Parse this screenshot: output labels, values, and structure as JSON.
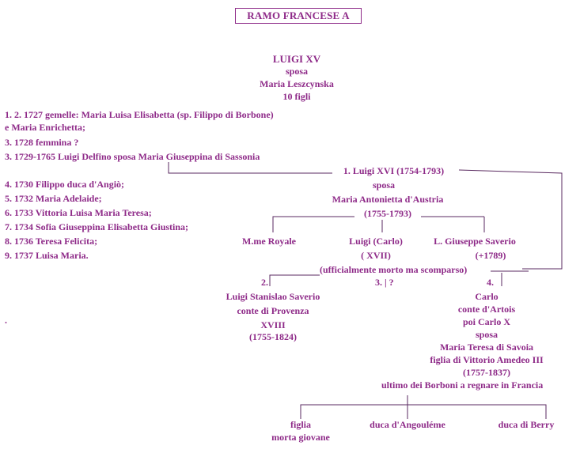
{
  "title": "RAMO FRANCESE A",
  "root": {
    "name": "LUIGI XV",
    "sposa": "sposa",
    "wife": "Maria Leszcynska",
    "children_count": "10  figli"
  },
  "children_left": [
    "1. 2. 1727 gemelle: Maria Luisa Elisabetta (sp. Filippo di Borbone)",
    " e Maria Enrichetta;",
    "3.   1728 femmina    ?",
    "3.   1729-1765  Luigi Delfino sposa Maria Giuseppina di Sassonia",
    "4. 1730 Filippo duca d'Angiò;",
    "5.  1732 Maria Adelaide;",
    "6. 1733 Vittoria Luisa Maria Teresa;",
    "7. 1734 Sofia Giuseppina Elisabetta Giustina;",
    "8. 1736  Teresa Felicita;",
    "9.  1737  Luisa  Maria."
  ],
  "luigi_xvi": {
    "name": "1. Luigi XVI (1754-1793)",
    "sposa": "sposa",
    "wife": "Maria Antonietta d'Austria",
    "wife_years": "(1755-1793)"
  },
  "luigi_xvi_children": {
    "royale": "M.me Royale",
    "carlo_name": "Luigi (Carlo)",
    "carlo_num": "( XVII)",
    "saverio_name": "L. Giuseppe Saverio",
    "saverio_years": "(+1789)",
    "note": "(ufficialmente morto ma  scomparso)"
  },
  "provenza": {
    "num": "2.",
    "name": "Luigi Stanislao Saverio",
    "title": "conte di Provenza",
    "reign": "XVIII",
    "years": "(1755-1824)"
  },
  "third": "3. | ?",
  "artois": {
    "num": "4.",
    "name": "Carlo",
    "title": "conte d'Artois",
    "later": "poi  Carlo X",
    "sposa": "sposa",
    "wife": "Maria Teresa di Savoia",
    "wife_father": "figlia di Vittorio Amedeo III",
    "years": "(1757-1837)",
    "note": "ultimo dei Borboni a regnare in Francia"
  },
  "artois_children": {
    "figlia": "figlia",
    "figlia_note": "morta  giovane",
    "angouleme": "duca d'Angouléme",
    "berry": "duca di Berry"
  },
  "stray_mark": "."
}
